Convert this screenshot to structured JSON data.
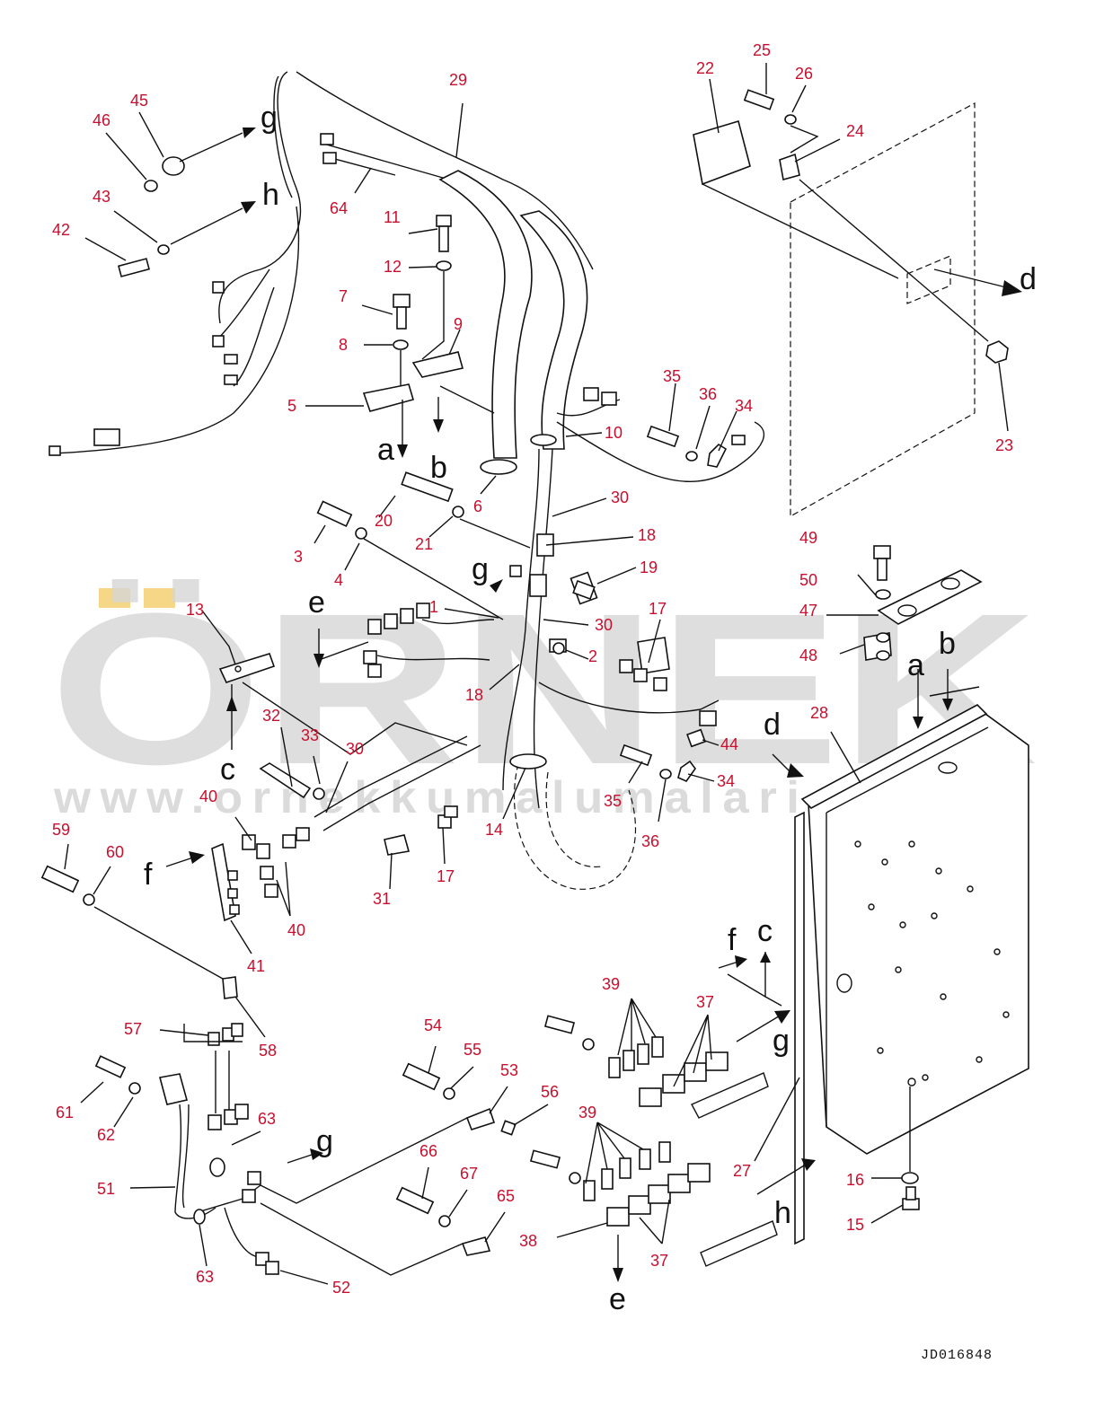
{
  "watermark": {
    "brand": "ÖRNEK",
    "url": "www.ornekkumalumalari.com.tr",
    "accent_color": "#f5d27a"
  },
  "drawing_code": "JD016848",
  "colors": {
    "callout_number": "#c8102e",
    "line": "#111111"
  },
  "callouts": [
    {
      "id": "n29",
      "text": "29"
    },
    {
      "id": "n45",
      "text": "45"
    },
    {
      "id": "n46",
      "text": "46"
    },
    {
      "id": "n43",
      "text": "43"
    },
    {
      "id": "n42",
      "text": "42"
    },
    {
      "id": "n64",
      "text": "64"
    },
    {
      "id": "n11",
      "text": "11"
    },
    {
      "id": "n12",
      "text": "12"
    },
    {
      "id": "n7",
      "text": "7"
    },
    {
      "id": "n8",
      "text": "8"
    },
    {
      "id": "n9",
      "text": "9"
    },
    {
      "id": "n5",
      "text": "5"
    },
    {
      "id": "n22",
      "text": "22"
    },
    {
      "id": "n25",
      "text": "25"
    },
    {
      "id": "n26",
      "text": "26"
    },
    {
      "id": "n24",
      "text": "24"
    },
    {
      "id": "n23",
      "text": "23"
    },
    {
      "id": "n35a",
      "text": "35"
    },
    {
      "id": "n36a",
      "text": "36"
    },
    {
      "id": "n34a",
      "text": "34"
    },
    {
      "id": "n10",
      "text": "10"
    },
    {
      "id": "n6",
      "text": "6"
    },
    {
      "id": "n20",
      "text": "20"
    },
    {
      "id": "n21",
      "text": "21"
    },
    {
      "id": "n3",
      "text": "3"
    },
    {
      "id": "n4",
      "text": "4"
    },
    {
      "id": "n30a",
      "text": "30"
    },
    {
      "id": "n18a",
      "text": "18"
    },
    {
      "id": "n19",
      "text": "19"
    },
    {
      "id": "n1",
      "text": "1"
    },
    {
      "id": "n30b",
      "text": "30"
    },
    {
      "id": "n2",
      "text": "2"
    },
    {
      "id": "n17a",
      "text": "17"
    },
    {
      "id": "n13",
      "text": "13"
    },
    {
      "id": "n18b",
      "text": "18"
    },
    {
      "id": "n49",
      "text": "49"
    },
    {
      "id": "n50",
      "text": "50"
    },
    {
      "id": "n47",
      "text": "47"
    },
    {
      "id": "n48",
      "text": "48"
    },
    {
      "id": "n28",
      "text": "28"
    },
    {
      "id": "n32",
      "text": "32"
    },
    {
      "id": "n33",
      "text": "33"
    },
    {
      "id": "n30c",
      "text": "30"
    },
    {
      "id": "n44",
      "text": "44"
    },
    {
      "id": "n34b",
      "text": "34"
    },
    {
      "id": "n35b",
      "text": "35"
    },
    {
      "id": "n36b",
      "text": "36"
    },
    {
      "id": "n14",
      "text": "14"
    },
    {
      "id": "n17b",
      "text": "17"
    },
    {
      "id": "n40a",
      "text": "40"
    },
    {
      "id": "n40b",
      "text": "40"
    },
    {
      "id": "n31",
      "text": "31"
    },
    {
      "id": "n59",
      "text": "59"
    },
    {
      "id": "n60",
      "text": "60"
    },
    {
      "id": "n41",
      "text": "41"
    },
    {
      "id": "n39a",
      "text": "39"
    },
    {
      "id": "n37a",
      "text": "37"
    },
    {
      "id": "n57",
      "text": "57"
    },
    {
      "id": "n58",
      "text": "58"
    },
    {
      "id": "n54",
      "text": "54"
    },
    {
      "id": "n55",
      "text": "55"
    },
    {
      "id": "n53",
      "text": "53"
    },
    {
      "id": "n56",
      "text": "56"
    },
    {
      "id": "n61",
      "text": "61"
    },
    {
      "id": "n62",
      "text": "62"
    },
    {
      "id": "n63a",
      "text": "63"
    },
    {
      "id": "n39b",
      "text": "39"
    },
    {
      "id": "n27",
      "text": "27"
    },
    {
      "id": "n51",
      "text": "51"
    },
    {
      "id": "n66",
      "text": "66"
    },
    {
      "id": "n67",
      "text": "67"
    },
    {
      "id": "n65",
      "text": "65"
    },
    {
      "id": "n16",
      "text": "16"
    },
    {
      "id": "n15",
      "text": "15"
    },
    {
      "id": "n38",
      "text": "38"
    },
    {
      "id": "n37b",
      "text": "37"
    },
    {
      "id": "n63b",
      "text": "63"
    },
    {
      "id": "n52",
      "text": "52"
    }
  ],
  "letters": [
    {
      "id": "g1",
      "text": "g"
    },
    {
      "id": "h1",
      "text": "h"
    },
    {
      "id": "d1",
      "text": "d"
    },
    {
      "id": "a1",
      "text": "a"
    },
    {
      "id": "b1",
      "text": "b"
    },
    {
      "id": "g2",
      "text": "g"
    },
    {
      "id": "e1",
      "text": "e"
    },
    {
      "id": "b2",
      "text": "b"
    },
    {
      "id": "a2",
      "text": "a"
    },
    {
      "id": "d2",
      "text": "d"
    },
    {
      "id": "c1",
      "text": "c"
    },
    {
      "id": "f1",
      "text": "f"
    },
    {
      "id": "f2",
      "text": "f"
    },
    {
      "id": "c2",
      "text": "c"
    },
    {
      "id": "g3",
      "text": "g"
    },
    {
      "id": "g4",
      "text": "g"
    },
    {
      "id": "h2",
      "text": "h"
    },
    {
      "id": "e2",
      "text": "e"
    }
  ]
}
